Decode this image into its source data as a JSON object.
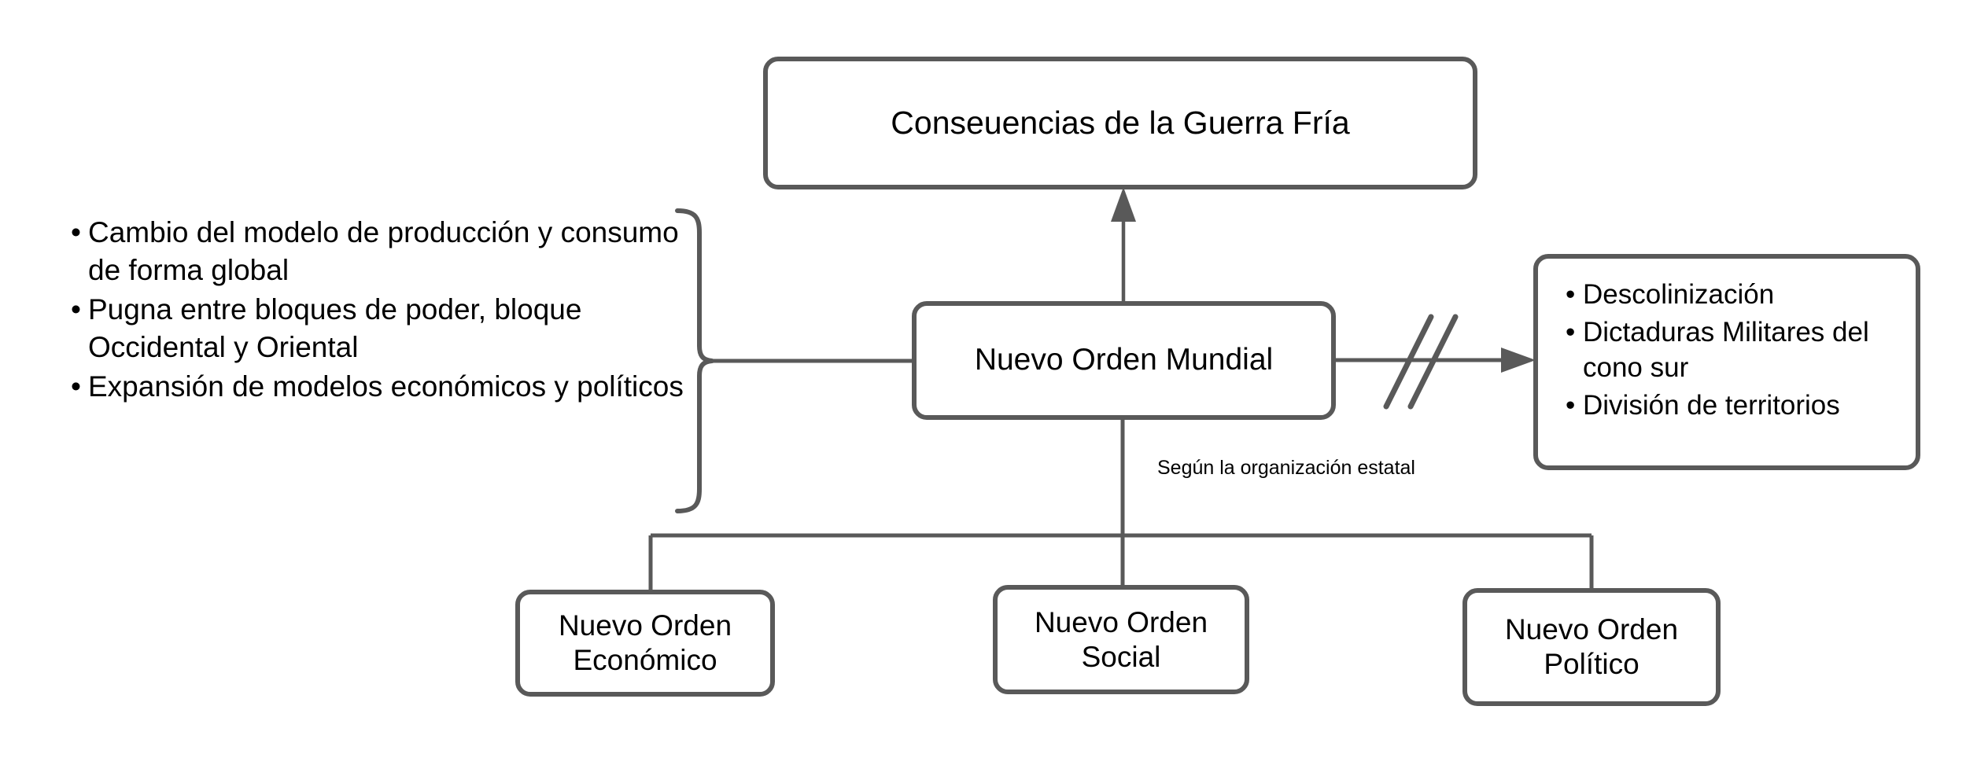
{
  "diagram": {
    "title_node": {
      "id": "consequences",
      "label": "Conseuencias de la Guerra Fría"
    },
    "central_node": {
      "id": "new-world-order",
      "label": "Nuevo Orden Mundial"
    },
    "left_group": {
      "name": "causes-brace-group",
      "bullets": [
        "Cambio del modelo de producción y consumo de forma global",
        "Pugna entre bloques de poder, bloque Occidental y Oriental",
        "Expansión de modelos económicos y políticos"
      ],
      "bullet_glyph": "•"
    },
    "right_group": {
      "name": "outcomes-box",
      "bullets": [
        "Descolinización",
        "Dictaduras Militares del cono sur",
        "División de territorios"
      ],
      "bullet_glyph": "•"
    },
    "edge_caption": "Según la organización estatal",
    "children": [
      {
        "id": "economic-order",
        "label": "Nuevo Orden Económico"
      },
      {
        "id": "social-order",
        "label": "Nuevo Orden Social"
      },
      {
        "id": "political-order",
        "label": "Nuevo Orden Político"
      }
    ],
    "colors": {
      "stroke": "#595959",
      "fill": "#ffffff",
      "text": "#000000",
      "background": "#ffffff"
    }
  }
}
